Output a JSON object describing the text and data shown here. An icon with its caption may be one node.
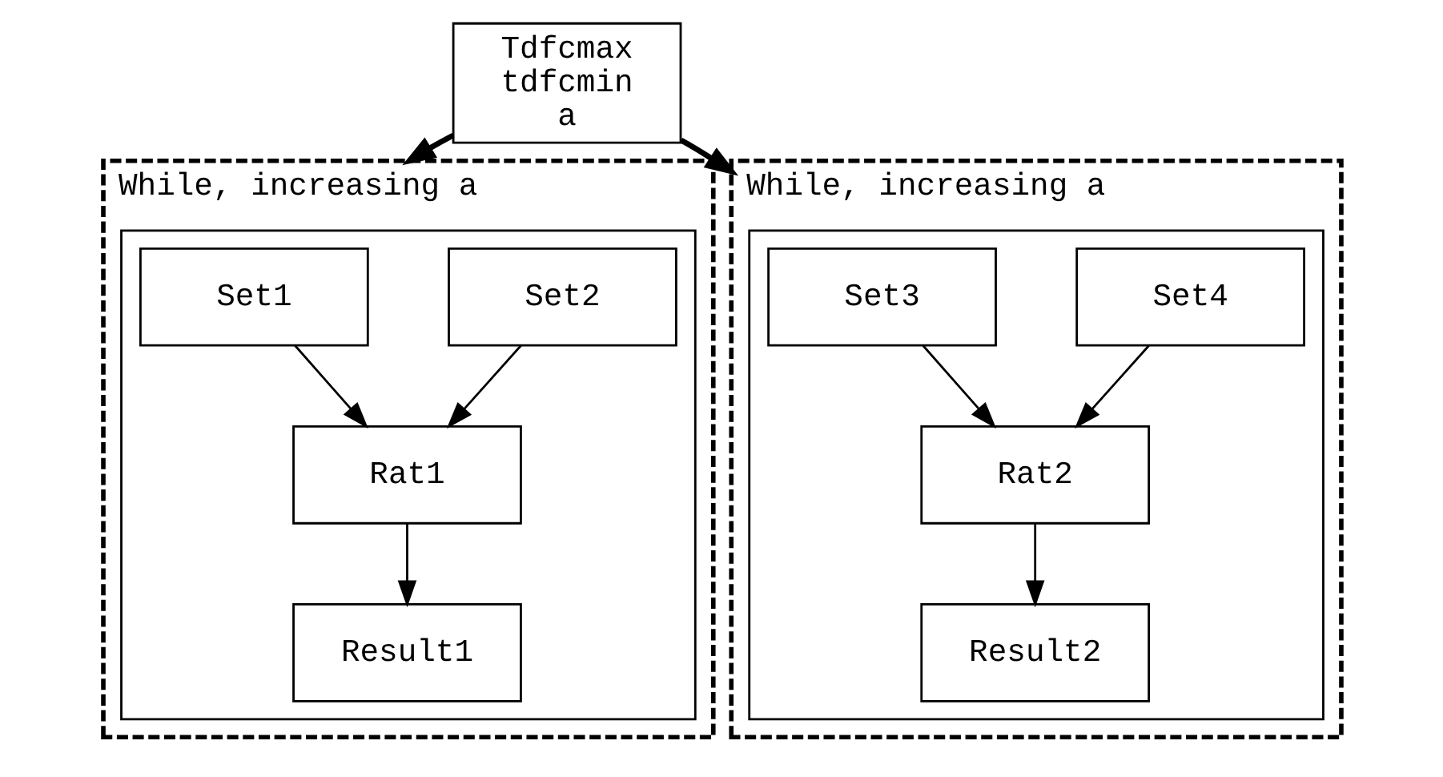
{
  "diagram": {
    "nodes": [
      {
        "text": [
          "Tdfcmax",
          "tdfcmin",
          "a"
        ]
      },
      {
        "text": [
          "While, increasing a"
        ]
      },
      {
        "text": [],
        "shape": "box",
        "in": 1
      },
      {
        "text": [
          "Set1"
        ],
        "in": 2
      },
      {
        "text": [
          "Set2"
        ],
        "in": 2
      },
      {
        "text": [
          "Rat1"
        ],
        "in": 2
      },
      {
        "text": [
          "Result1"
        ],
        "in": 2
      },
      {
        "text": [
          "While, increasing a"
        ]
      },
      {
        "text": [],
        "shape": "box",
        "in": 7
      },
      {
        "text": [
          "Set3"
        ],
        "in": 8
      },
      {
        "text": [
          "Set4"
        ],
        "in": 8
      },
      {
        "text": [
          "Rat2"
        ],
        "in": 8
      },
      {
        "text": [
          "Result2"
        ],
        "in": 8
      }
    ],
    "edges": [
      {
        "from": 0,
        "to": 1,
        "arrow": "to",
        "style": "thick"
      },
      {
        "from": 0,
        "to": 7,
        "arrow": "to",
        "style": "thick"
      },
      {
        "from": 3,
        "to": 5,
        "arrow": "to"
      },
      {
        "from": 4,
        "to": 5,
        "arrow": "to"
      },
      {
        "from": 5,
        "to": 6,
        "arrow": "to"
      },
      {
        "from": 9,
        "to": 11,
        "arrow": "to"
      },
      {
        "from": 10,
        "to": 11,
        "arrow": "to"
      },
      {
        "from": 11,
        "to": 12,
        "arrow": "to"
      }
    ]
  }
}
